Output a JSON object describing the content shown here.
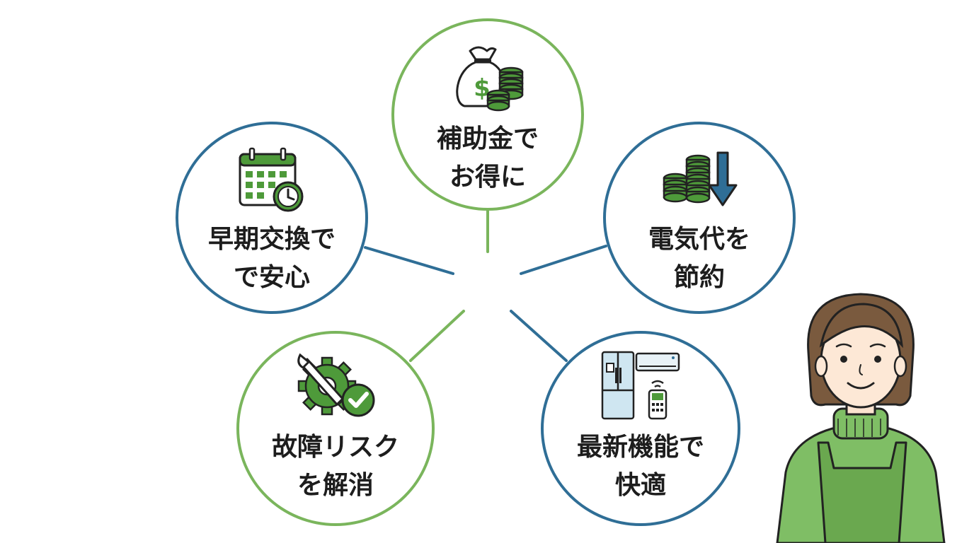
{
  "colors": {
    "green": "#7ab55c",
    "blue": "#2f6e96",
    "text": "#1d1d1d"
  },
  "nodes": [
    {
      "id": "subsidy",
      "line1": "補助金で",
      "line2": "お得に",
      "icon": "money-bag-icon",
      "color": "green"
    },
    {
      "id": "early",
      "line1": "早期交換で",
      "line2": "で安心",
      "icon": "calendar-clock-icon",
      "color": "blue"
    },
    {
      "id": "electric",
      "line1": "電気代を",
      "line2": "節約",
      "icon": "coins-down-arrow-icon",
      "color": "blue"
    },
    {
      "id": "failure",
      "line1": "故障リスク",
      "line2": "を解消",
      "icon": "gear-wrench-check-icon",
      "color": "green"
    },
    {
      "id": "latest",
      "line1": "最新機能で",
      "line2": "快適",
      "icon": "appliances-icon",
      "color": "blue"
    }
  ]
}
